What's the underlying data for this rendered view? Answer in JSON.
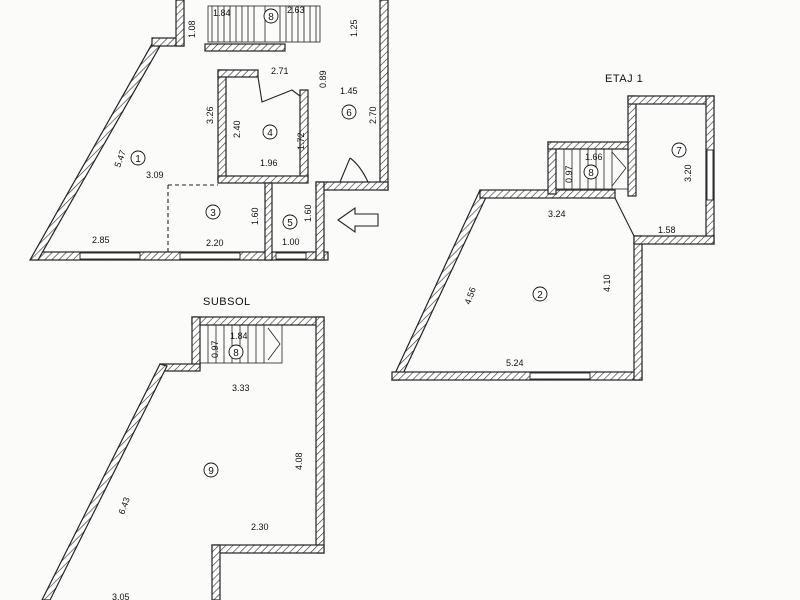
{
  "floors": {
    "ground": {
      "rooms": [
        {
          "id": "1",
          "dims": [
            "5.47",
            "3.09",
            "2.85"
          ]
        },
        {
          "id": "3",
          "dims": [
            "2.20",
            "1.60"
          ]
        },
        {
          "id": "4",
          "dims": [
            "2.40",
            "1.96",
            "1.72"
          ]
        },
        {
          "id": "5",
          "dims": [
            "1.60",
            "1.00"
          ]
        },
        {
          "id": "6",
          "dims": [
            "1.45",
            "2.70",
            "0.89"
          ]
        },
        {
          "id": "8",
          "dims": [
            "1.84",
            "2.63",
            "1.08",
            "1.25"
          ]
        }
      ],
      "extra_dims": [
        "3.26",
        "2.71"
      ]
    },
    "etaj1": {
      "label": "ETAJ 1",
      "rooms": [
        {
          "id": "2",
          "dims": [
            "3.24",
            "4.56",
            "4.10",
            "5.24"
          ]
        },
        {
          "id": "7",
          "dims": [
            "3.20",
            "1.58"
          ]
        },
        {
          "id": "8",
          "dims": [
            "0.97",
            "1.66"
          ]
        }
      ]
    },
    "subsol": {
      "label": "SUBSOL",
      "rooms": [
        {
          "id": "8",
          "dims": [
            "0.97",
            "1.84"
          ]
        },
        {
          "id": "9",
          "dims": [
            "3.33",
            "4.08",
            "6.43",
            "2.30",
            "3.05"
          ]
        }
      ]
    }
  }
}
